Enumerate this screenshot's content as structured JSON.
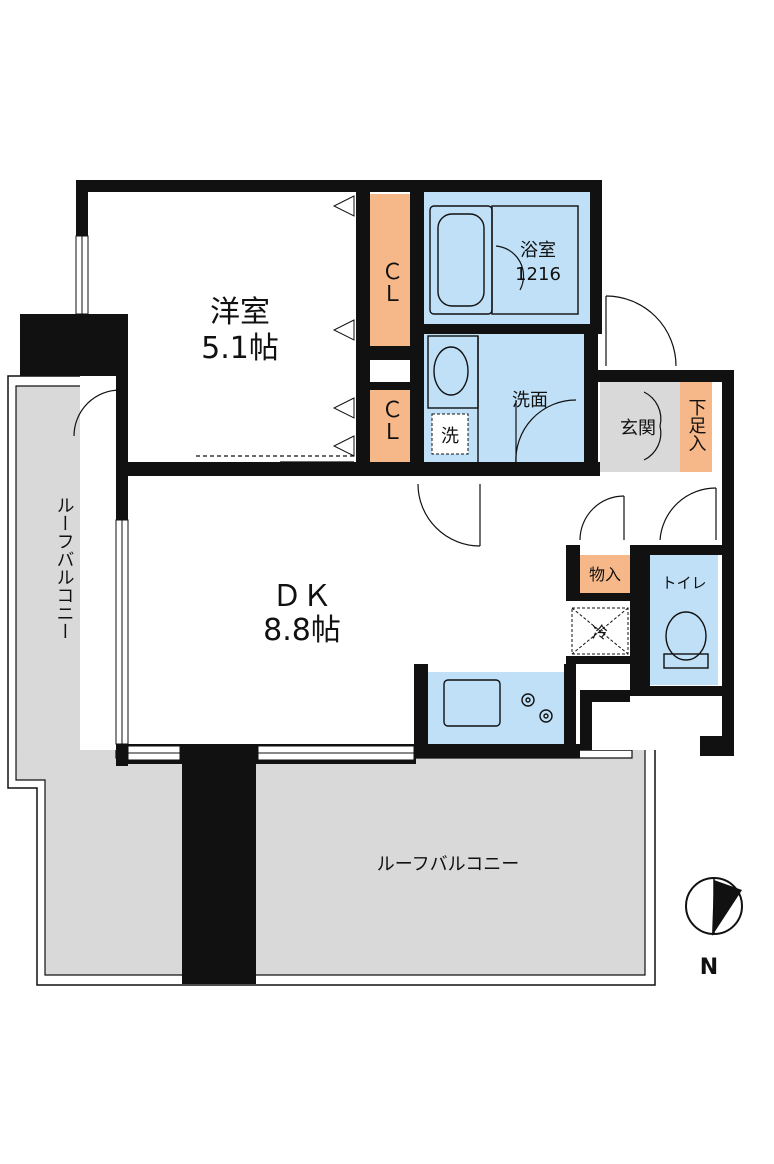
{
  "rooms": {
    "western_room": {
      "name": "洋室",
      "size": "5.1帖"
    },
    "dk": {
      "name": "ＤＫ",
      "size": "8.8帖"
    },
    "closet_upper": "ＣＬ",
    "closet_lower": "ＣＬ",
    "bath": {
      "name": "浴室",
      "size": "1216"
    },
    "washroom": "洗面",
    "laundry": "洗",
    "entrance": "玄関",
    "shoe_box": "下足入",
    "storage": "物入",
    "toilet": "トイレ",
    "fridge": "冷",
    "roof_balcony_left": "ルーフバルコニー",
    "roof_balcony_bottom": "ルーフバルコニー"
  },
  "compass": {
    "label": "N"
  },
  "colors": {
    "wall": "#111111",
    "wet_area": "#bfe0f7",
    "closet": "#f7b889",
    "entrance_floor": "#d9d9d9",
    "balcony": "#d9d9d9"
  }
}
